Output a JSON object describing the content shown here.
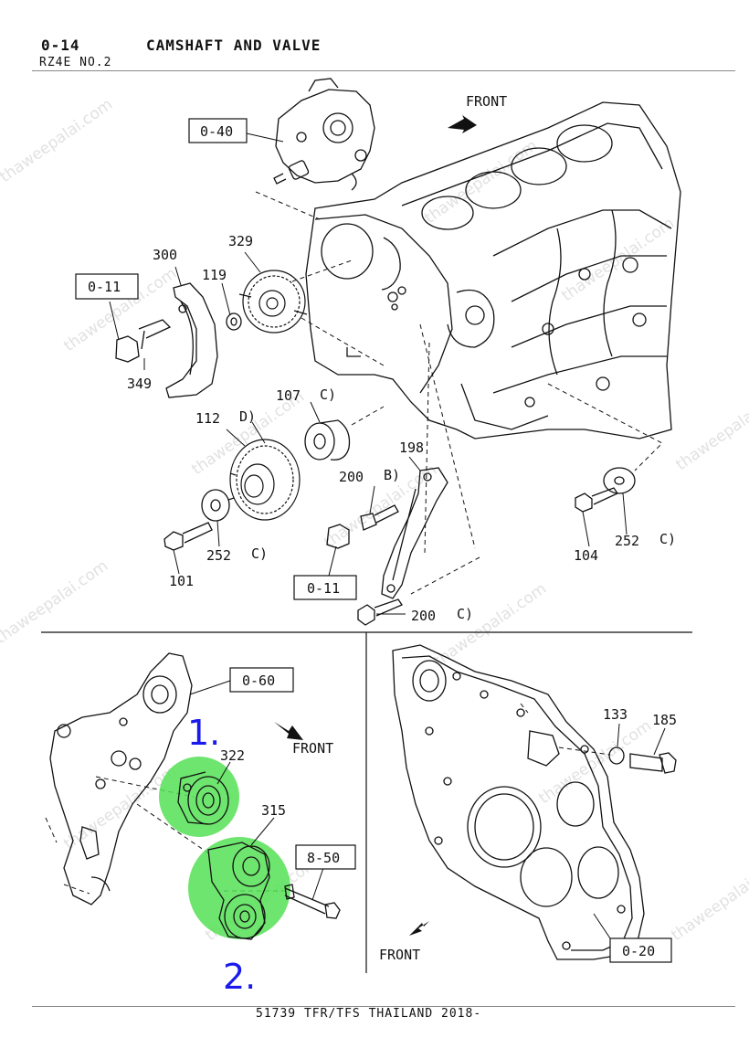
{
  "header": {
    "section_code": "0-14",
    "section_title": "CAMSHAFT AND VALVE",
    "model": "RZ4E NO.2"
  },
  "footer": {
    "text": "51739 TFR/TFS THAILAND 2018-"
  },
  "watermark": "thaweepalai.com",
  "colors": {
    "highlight": "#55e055",
    "marker_number": "#1a1aee",
    "line": "#111111"
  },
  "top_diagram": {
    "front_label": "FRONT",
    "refs": [
      "0-40",
      "0-11",
      "0-11"
    ],
    "parts": {
      "p300": "300",
      "p329": "329",
      "p119": "119",
      "p349": "349",
      "p107": "107",
      "p107_letter": "C)",
      "p112": "112",
      "p112_letter": "D)",
      "p198": "198",
      "p200b": "200",
      "p200b_letter": "B)",
      "p252a": "252",
      "p252a_letter": "C)",
      "p101": "101",
      "p200c": "200",
      "p200c_letter": "C)",
      "p104": "104",
      "p252b": "252",
      "p252b_letter": "C)"
    }
  },
  "bottom_left": {
    "front_label": "FRONT",
    "ref_top": "0-60",
    "ref_bolt": "8-50",
    "p322": "322",
    "p315": "315",
    "marker1": "1.",
    "marker2": "2."
  },
  "bottom_right": {
    "front_label": "FRONT",
    "ref": "0-20",
    "p133": "133",
    "p185": "185"
  }
}
